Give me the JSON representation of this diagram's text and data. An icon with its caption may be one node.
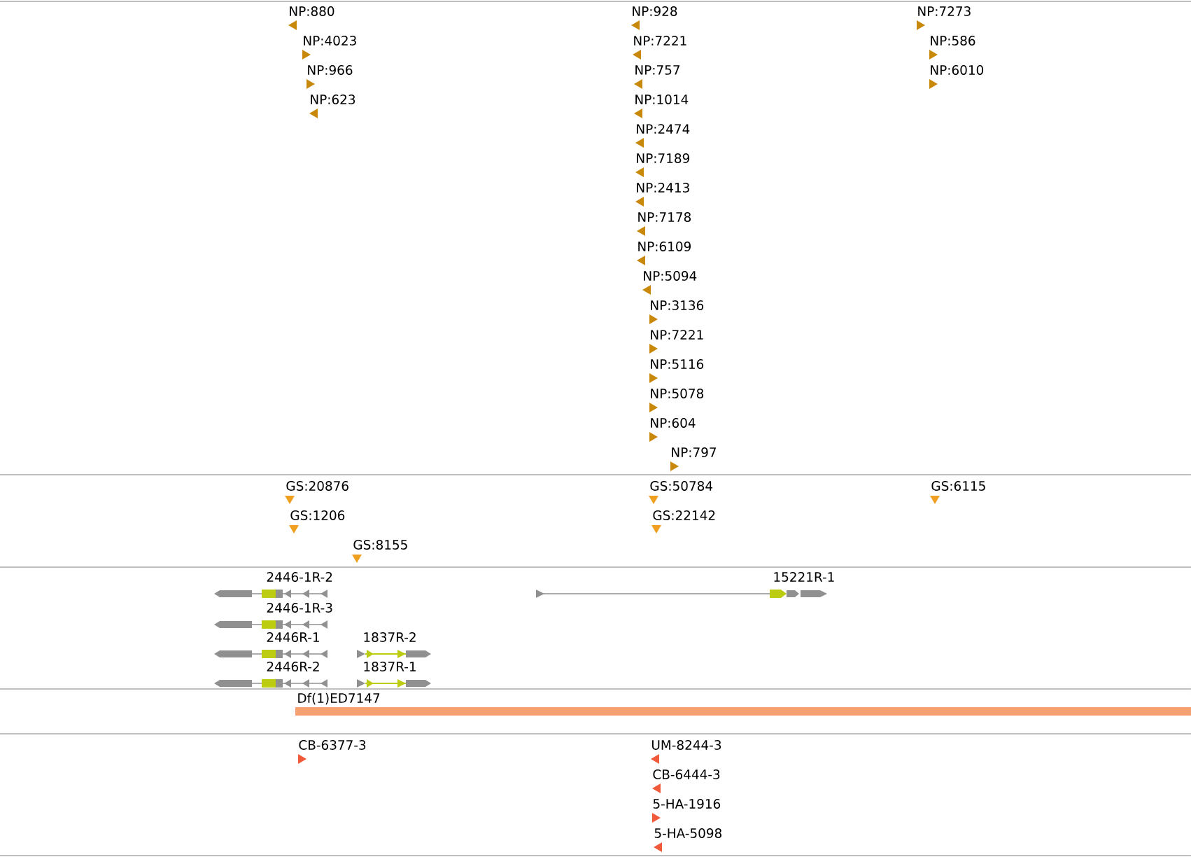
{
  "diagram": {
    "labels": [
      "NP:880",
      "NP:4023",
      "NP:966",
      "NP:623",
      "NP:928",
      "NP:7221",
      "NP:757",
      "NP:1014",
      "NP:2474",
      "NP:7189",
      "NP:2413",
      "NP:7178",
      "NP:6109",
      "NP:5094",
      "NP:3136",
      "NP:7221",
      "NP:5116",
      "NP:5078",
      "NP:604",
      "NP:797",
      "NP:7273",
      "NP:586",
      "NP:6010",
      "GS:20876",
      "GS:1206",
      "GS:8155",
      "GS:50784",
      "GS:22142",
      "GS:6115",
      "2446-1R-2",
      "2446-1R-3",
      "2446R-1",
      "1837R-2",
      "2446R-2",
      "1837R-1",
      "15221R-1",
      "Df(1)ED7147",
      "CB-6377-3",
      "UM-8244-3",
      "CB-6444-3",
      "5-HA-1916",
      "5-HA-5098"
    ]
  }
}
